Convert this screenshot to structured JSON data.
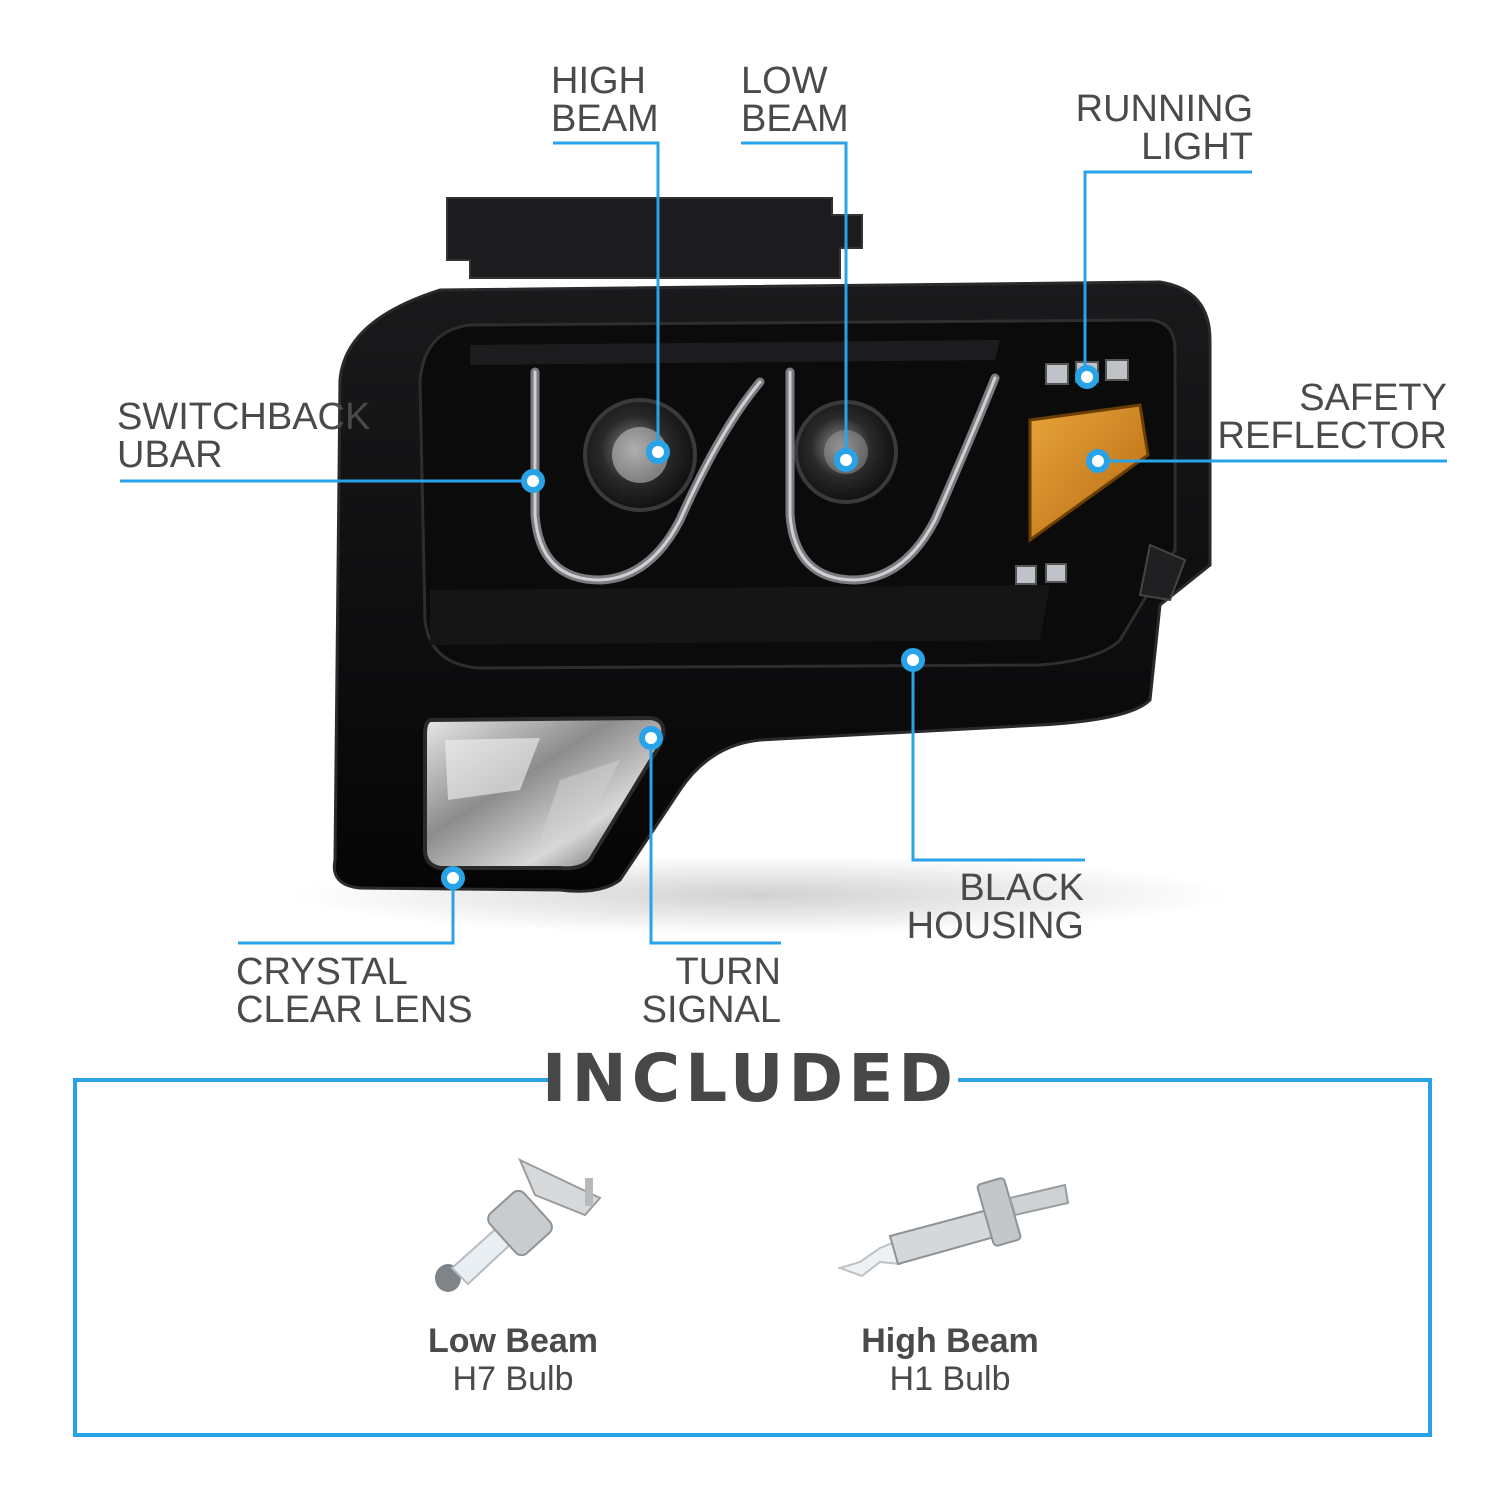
{
  "callouts": {
    "high_beam": [
      "HIGH",
      "BEAM"
    ],
    "low_beam": [
      "LOW",
      "BEAM"
    ],
    "running_light": [
      "RUNNING",
      "LIGHT"
    ],
    "switchback_ubar": [
      "SWITCHBACK",
      "UBAR"
    ],
    "safety_reflector": [
      "SAFETY",
      "REFLECTOR"
    ],
    "black_housing": [
      "BLACK",
      "HOUSING"
    ],
    "crystal_clear_lens": [
      "CRYSTAL",
      "CLEAR LENS"
    ],
    "turn_signal": [
      "TURN",
      "SIGNAL"
    ]
  },
  "included": {
    "title": "INCLUDED",
    "items": [
      {
        "name": "Low Beam",
        "bulb": "H7 Bulb"
      },
      {
        "name": "High Beam",
        "bulb": "H1 Bulb"
      }
    ]
  },
  "colors": {
    "accent": "#29a3e8",
    "text": "#4a4a4a",
    "amber": "#d98a1c"
  }
}
